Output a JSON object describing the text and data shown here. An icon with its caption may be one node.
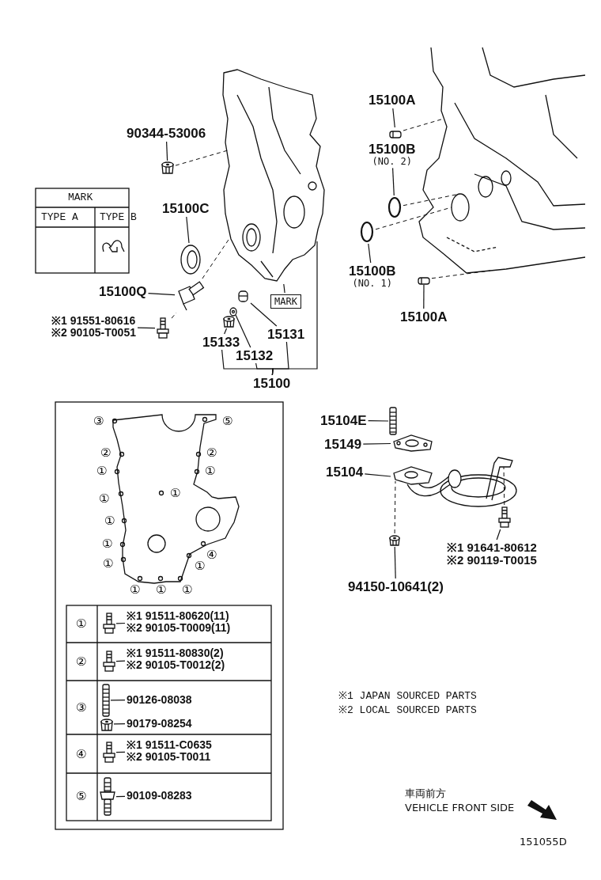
{
  "diagram": {
    "nodes": [
      {
        "text": [
          "90344-53006"
        ]
      },
      {
        "text": [],
        "shape": "picture"
      },
      {
        "text": [
          "15100C"
        ]
      },
      {
        "text": [],
        "shape": "picture"
      },
      {
        "text": [
          "15100Q"
        ]
      },
      {
        "text": [],
        "shape": "picture"
      },
      {
        "text": [
          "※1 91551-80616",
          "※2 90105-T0051"
        ]
      },
      {
        "text": [],
        "shape": "picture"
      },
      {
        "text": [],
        "shape": "picture"
      },
      {
        "text": [
          "MARK"
        ]
      },
      {
        "text": [
          "15133"
        ]
      },
      {
        "text": [],
        "shape": "picture"
      },
      {
        "text": [
          "15131"
        ]
      },
      {
        "text": [],
        "shape": "picture"
      },
      {
        "text": [
          "15132"
        ]
      },
      {
        "text": [],
        "shape": "picture"
      },
      {
        "text": [
          "15100"
        ]
      },
      {
        "text": [
          "15100A"
        ]
      },
      {
        "text": [],
        "shape": "picture"
      },
      {
        "text": [
          "15100B",
          "(NO. 2)"
        ]
      },
      {
        "text": [],
        "shape": "circle"
      },
      {
        "text": [
          "15100B",
          "(NO. 1)"
        ]
      },
      {
        "text": [],
        "shape": "circle"
      },
      {
        "text": [
          "15100A"
        ]
      },
      {
        "text": [],
        "shape": "picture"
      },
      {
        "text": [
          "15104E"
        ]
      },
      {
        "text": [],
        "shape": "picture"
      },
      {
        "text": [
          "15149"
        ]
      },
      {
        "text": [],
        "shape": "picture"
      },
      {
        "text": [
          "15104"
        ]
      },
      {
        "text": [],
        "shape": "picture"
      },
      {
        "text": [],
        "shape": "picture"
      },
      {
        "text": [
          "94150-10641(2)"
        ]
      },
      {
        "text": [],
        "shape": "picture"
      },
      {
        "text": [
          "※1 91641-80612",
          "※2 90119-T0015"
        ]
      },
      {
        "text": [
          "※1 91511-80620(11)",
          "※2 90105-T0009(11)"
        ]
      },
      {
        "text": [],
        "shape": "picture"
      },
      {
        "text": [
          "※1 91511-80830(2)",
          "※2 90105-T0012(2)"
        ]
      },
      {
        "text": [],
        "shape": "picture"
      },
      {
        "text": [
          "90126-08038"
        ]
      },
      {
        "text": [],
        "shape": "picture"
      },
      {
        "text": [
          "90179-08254"
        ]
      },
      {
        "text": [],
        "shape": "picture"
      },
      {
        "text": [
          "※1 91511-C0635",
          "※2 90105-T0011"
        ]
      },
      {
        "text": [],
        "shape": "picture"
      },
      {
        "text": [
          "90109-08283"
        ]
      },
      {
        "text": [],
        "shape": "picture"
      },
      {
        "text": [],
        "shape": "picture"
      }
    ],
    "edges": [
      {
        "from": 0,
        "to": 1,
        "arrow": "none"
      },
      {
        "from": 2,
        "to": 3,
        "arrow": "none"
      },
      {
        "from": 4,
        "to": 5,
        "arrow": "none"
      },
      {
        "from": 6,
        "to": 7,
        "arrow": "none"
      },
      {
        "from": 9,
        "to": 8,
        "arrow": "none"
      },
      {
        "from": 10,
        "to": 11,
        "arrow": "none"
      },
      {
        "from": 12,
        "to": 13,
        "arrow": "none"
      },
      {
        "from": 14,
        "to": 15,
        "arrow": "none"
      },
      {
        "from": 17,
        "to": 18,
        "arrow": "none"
      },
      {
        "from": 19,
        "to": 20,
        "arrow": "none"
      },
      {
        "from": 21,
        "to": 22,
        "arrow": "none"
      },
      {
        "from": 23,
        "to": 24,
        "arrow": "none"
      },
      {
        "from": 25,
        "to": 26,
        "arrow": "none"
      },
      {
        "from": 27,
        "to": 28,
        "arrow": "none"
      },
      {
        "from": 29,
        "to": 30,
        "arrow": "none"
      },
      {
        "from": 32,
        "to": 31,
        "arrow": "none"
      },
      {
        "from": 34,
        "to": 33,
        "arrow": "none"
      },
      {
        "from": 35,
        "to": 36,
        "arrow": "none"
      },
      {
        "from": 37,
        "to": 38,
        "arrow": "none"
      },
      {
        "from": 39,
        "to": 40,
        "arrow": "none"
      },
      {
        "from": 41,
        "to": 42,
        "arrow": "none"
      },
      {
        "from": 43,
        "to": 44,
        "arrow": "none"
      },
      {
        "from": 45,
        "to": 46,
        "arrow": "none"
      },
      {
        "from": 1,
        "to": 8,
        "arrow": "none",
        "style": "dashed"
      },
      {
        "from": 7,
        "to": 5,
        "arrow": "none",
        "style": "dashed"
      },
      {
        "from": 5,
        "to": 8,
        "arrow": "none",
        "style": "dashed"
      },
      {
        "from": 18,
        "to": 47,
        "arrow": "none",
        "style": "dashed"
      },
      {
        "from": 20,
        "to": 47,
        "arrow": "none",
        "style": "dashed"
      },
      {
        "from": 22,
        "to": 47,
        "arrow": "none",
        "style": "dashed"
      },
      {
        "from": 24,
        "to": 47,
        "arrow": "none",
        "style": "dashed"
      },
      {
        "from": 31,
        "to": 30,
        "arrow": "none",
        "style": "dashed"
      },
      {
        "from": 33,
        "to": 30,
        "arrow": "none",
        "style": "dashed"
      },
      {
        "from": 16,
        "to": 10,
        "arrow": "none"
      },
      {
        "from": 16,
        "to": 14,
        "arrow": "none"
      },
      {
        "from": 16,
        "to": 12,
        "arrow": "none"
      },
      {
        "from": 16,
        "to": 8,
        "arrow": "none"
      }
    ],
    "labels": [
      "MARK",
      "TYPE A",
      "TYPE B",
      "③",
      "⑤",
      "②",
      "②",
      "①",
      "①",
      "①",
      "①",
      "①",
      "①",
      "④",
      "①",
      "①",
      "①",
      "①",
      "①",
      "①",
      "②",
      "③",
      "④",
      "⑤",
      "※1 JAPAN SOURCED PARTS",
      "※2 LOCAL SOURCED PARTS",
      "車両前方",
      "VEHICLE FRONT SIDE",
      "151055D"
    ]
  }
}
